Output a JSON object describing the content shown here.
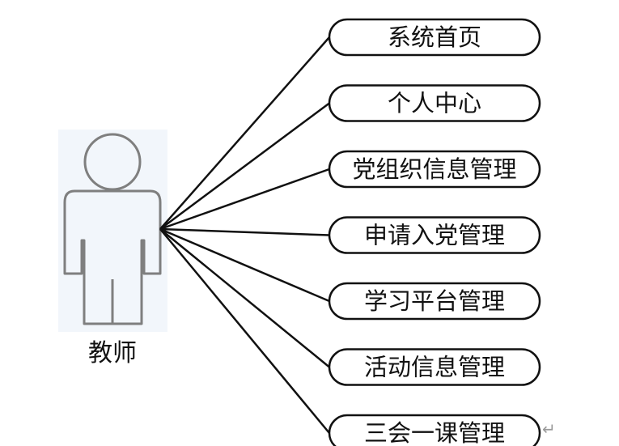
{
  "actor": {
    "label": "教师",
    "icon": "person-icon"
  },
  "use_cases": [
    "系统首页",
    "个人中心",
    "党组织信息管理",
    "申请入党管理",
    "学习平台管理",
    "活动信息管理",
    "三会一课管理"
  ],
  "trailing_mark": "↵",
  "colors": {
    "stroke": "#111111",
    "actor_stroke": "#7f7f7f",
    "actor_bg": "#f2f6fb"
  }
}
